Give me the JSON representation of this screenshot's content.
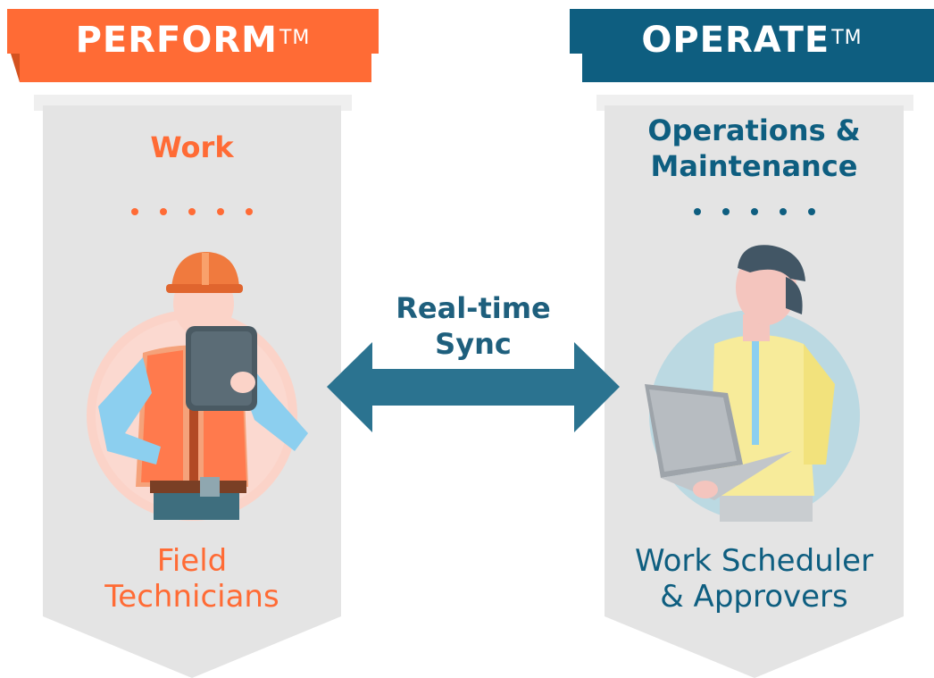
{
  "left": {
    "brand": "PERFORM",
    "tm": "TM",
    "subtitle": "Work",
    "role_line1": "Field",
    "role_line2": "Technicians"
  },
  "right": {
    "brand": "OPERATE",
    "tm": "TM",
    "subtitle_line1": "Operations &",
    "subtitle_line2": "Maintenance",
    "role_line1": "Work Scheduler",
    "role_line2": "& Approvers"
  },
  "center": {
    "sync_line1": "Real-time",
    "sync_line2": "Sync"
  },
  "colors": {
    "orange": "#FF6B35",
    "orange_dark": "#D4521F",
    "teal": "#0E5E80",
    "teal_dark": "#0A4A66",
    "arrow": "#2B7390",
    "panel": "#E4E4E4",
    "panel_top": "#EFEFEF"
  }
}
